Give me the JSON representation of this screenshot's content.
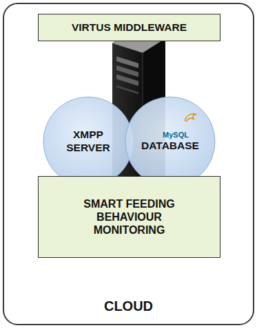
{
  "diagram": {
    "nodes": [
      {
        "text": [
          "CLOUD"
        ]
      },
      {
        "text": [
          "VIRTUS MIDDLEWARE"
        ],
        "in": 0
      },
      {
        "text": [
          "XMPP SERVER"
        ],
        "in": 0
      },
      {
        "text": [
          "MySQL",
          "DATABASE"
        ],
        "in": 0
      },
      {
        "text": [
          "SMART FEEDING BEHAVIOUR MONITORING"
        ],
        "in": 0
      }
    ]
  }
}
